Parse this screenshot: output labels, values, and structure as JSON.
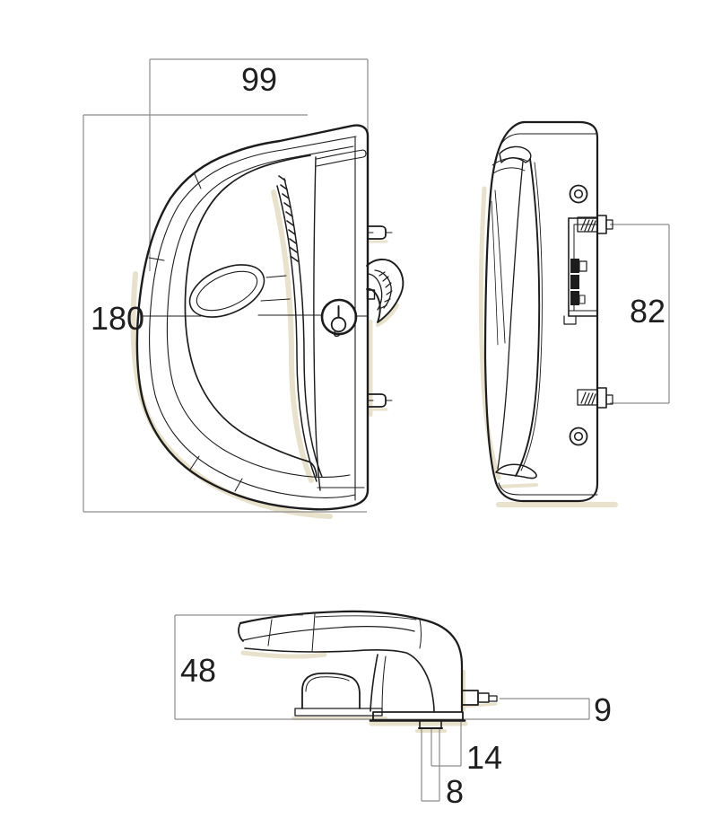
{
  "figure": {
    "kind": "technical-drawing-three-views",
    "views": {
      "front": "front-view",
      "side": "side-view",
      "bottom": "bottom-view"
    }
  },
  "dimensions": {
    "front_width_mm": "99",
    "front_height_mm": "180",
    "screw_spacing_mm": "82",
    "profile_height_mm": "48",
    "spindle_offset_mm": "9",
    "lug_offset_mm": "14",
    "lug_width_mm": "8"
  },
  "colors": {
    "line": "#1c1c1c",
    "dimension_line": "#8c8c8c",
    "label": "#1f1f1f",
    "shadow": "#e8e1cb",
    "background": "#ffffff"
  }
}
